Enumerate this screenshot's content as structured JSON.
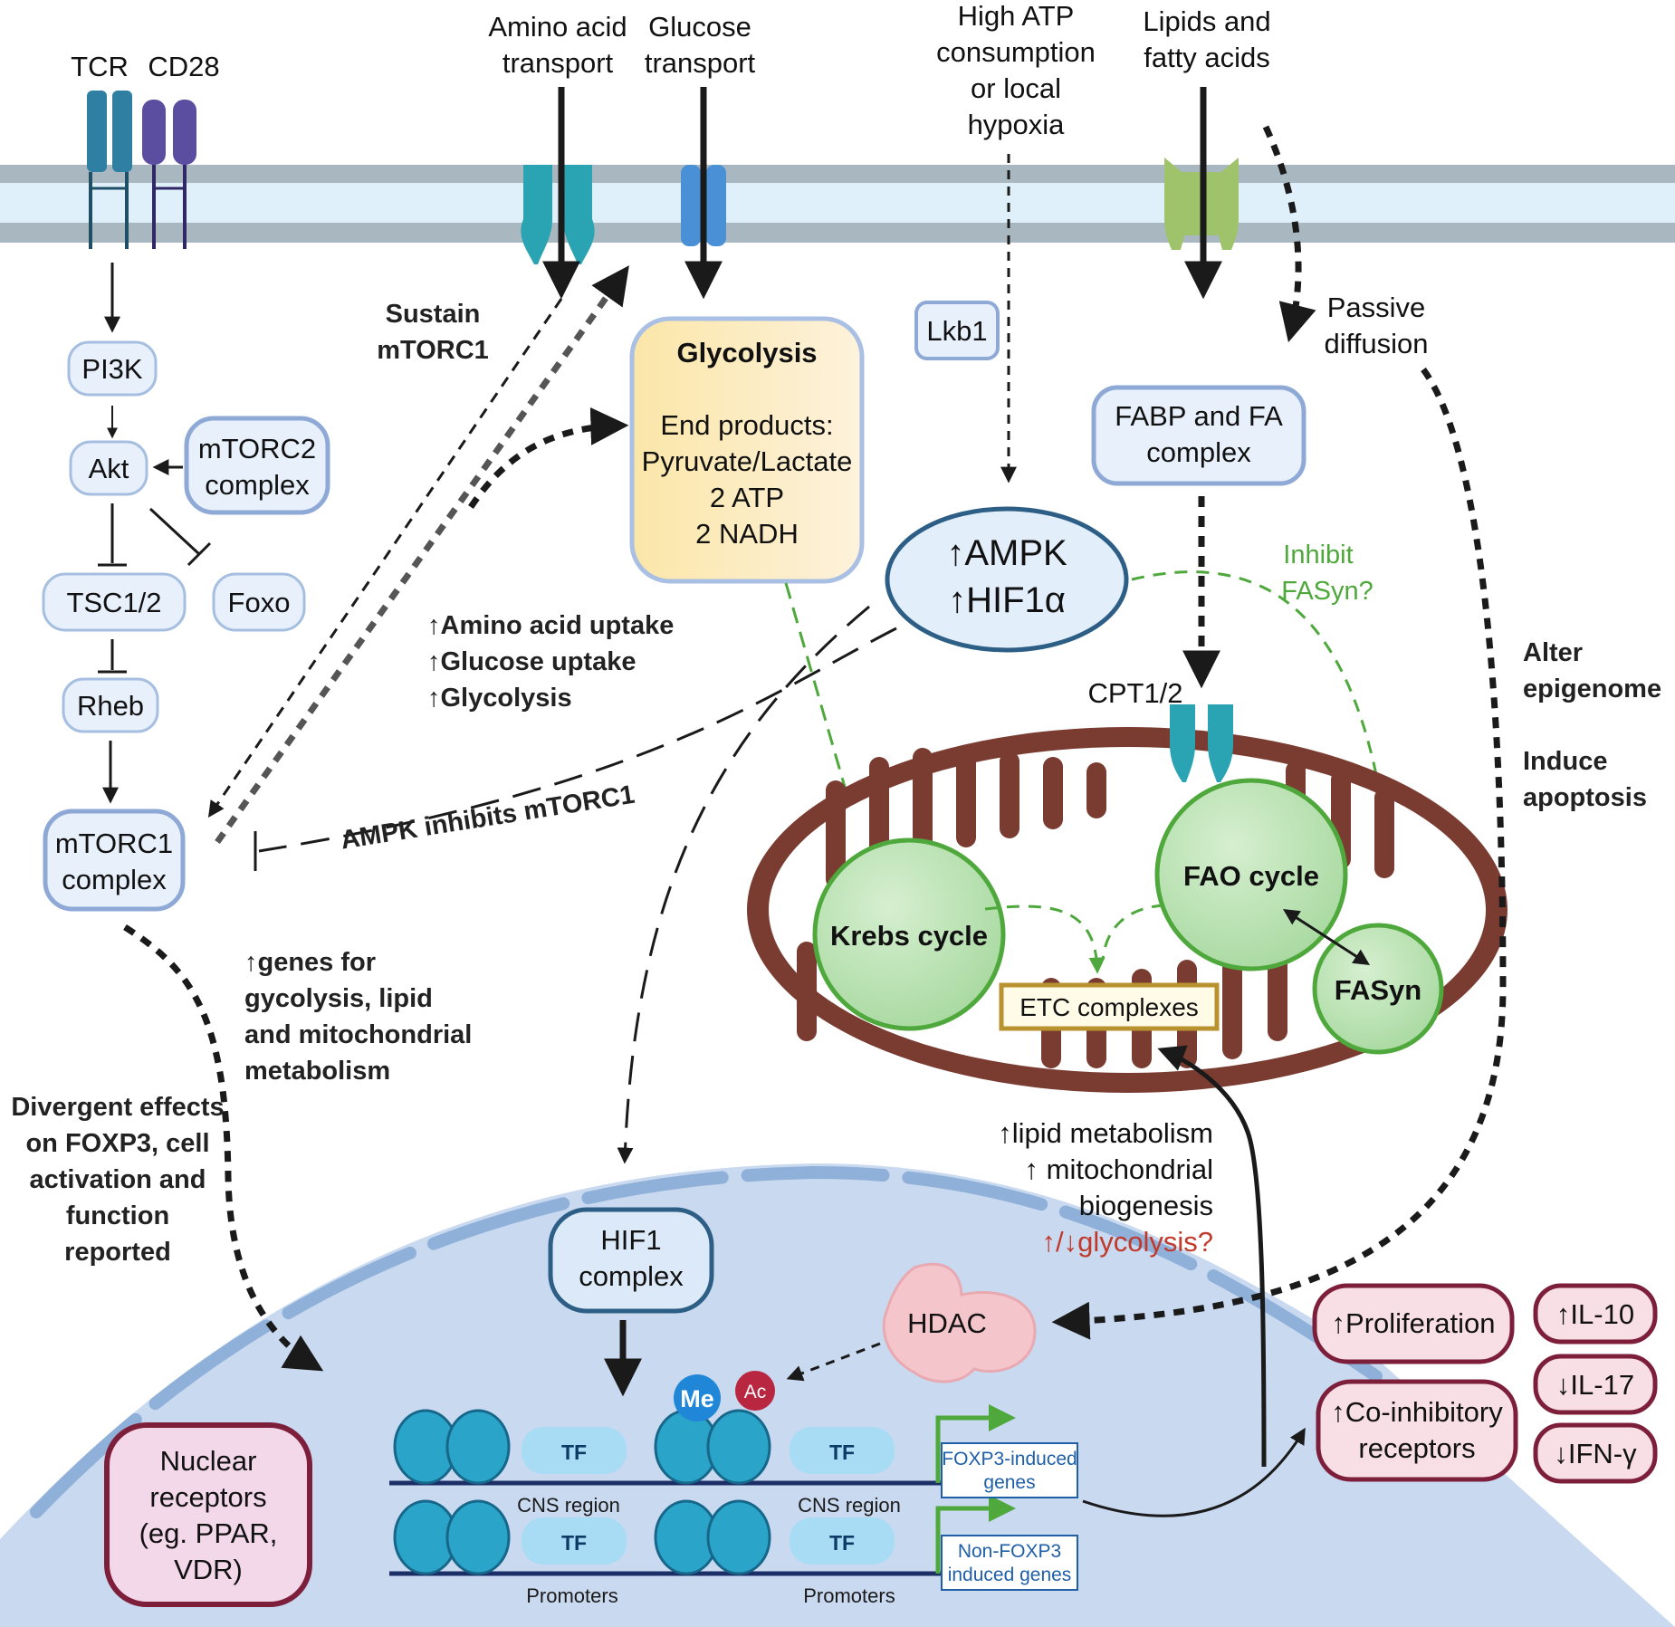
{
  "receptors": {
    "tcr": "TCR",
    "cd28": "CD28"
  },
  "inputs": {
    "amino_acid": [
      "Amino acid",
      "transport"
    ],
    "glucose": [
      "Glucose",
      "transport"
    ],
    "atp": [
      "High ATP",
      "consumption",
      "or local",
      "hypoxia"
    ],
    "lipids": [
      "Lipids and",
      "fatty acids"
    ]
  },
  "pathway": {
    "pi3k": "PI3K",
    "akt": "Akt",
    "mtorc2": [
      "mTORC2",
      "complex"
    ],
    "tsc": "TSC1/2",
    "foxo": "Foxo",
    "rheb": "Rheb",
    "mtorc1": [
      "mTORC1",
      "complex"
    ]
  },
  "glycolysis": {
    "title": "Glycolysis",
    "lines": [
      "End products:",
      "Pyruvate/Lactate",
      "2 ATP",
      "2 NADH"
    ]
  },
  "lkb1": "Lkb1",
  "ampk": [
    "↑AMPK",
    "↑HIF1α"
  ],
  "fabp": [
    "FABP and FA",
    "complex"
  ],
  "passive": [
    "Passive",
    "diffusion"
  ],
  "inhibit_fasyn": [
    "Inhibit",
    "FASyn?"
  ],
  "cpt": "CPT1/2",
  "mito": {
    "krebs": "Krebs cycle",
    "fao": "FAO cycle",
    "fasyn": "FASyn",
    "etc": "ETC complexes"
  },
  "labels": {
    "sustain": [
      "Sustain",
      "mTORC1"
    ],
    "uptake": [
      "↑Amino acid uptake",
      "↑Glucose uptake",
      "↑Glycolysis"
    ],
    "ampk_inhibits": "AMPK inhibits mTORC1",
    "genes": [
      "↑genes for",
      "gycolysis, lipid",
      "and mitochondrial",
      "metabolism"
    ],
    "divergent": [
      "Divergent effects",
      "on FOXP3, cell",
      "activation and",
      "function",
      "reported"
    ],
    "alter": [
      "Alter",
      "epigenome"
    ],
    "induce": [
      "Induce",
      "apoptosis"
    ],
    "lipid_meta": [
      "↑lipid metabolism",
      "↑ mitochondrial",
      "biogenesis"
    ],
    "glyco_q": "↑/↓glycolysis?"
  },
  "nucleus": {
    "hif1": [
      "HIF1",
      "complex"
    ],
    "hdac": "HDAC",
    "me": "Me",
    "ac": "Ac",
    "tf": "TF",
    "cns": "CNS region",
    "promoters": "Promoters",
    "foxp3_genes": [
      "FOXP3-induced",
      "genes"
    ],
    "nonfoxp3_genes": [
      "Non-FOXP3",
      "induced genes"
    ],
    "nuclear_receptors": [
      "Nuclear",
      "receptors",
      "(eg. PPAR,",
      "VDR)"
    ]
  },
  "outcomes": {
    "proliferation": "↑Proliferation",
    "coinhib": [
      "↑Co-inhibitory",
      "receptors"
    ],
    "il10": "↑IL-10",
    "il17": "↓IL-17",
    "ifng": "↓IFN-γ"
  }
}
